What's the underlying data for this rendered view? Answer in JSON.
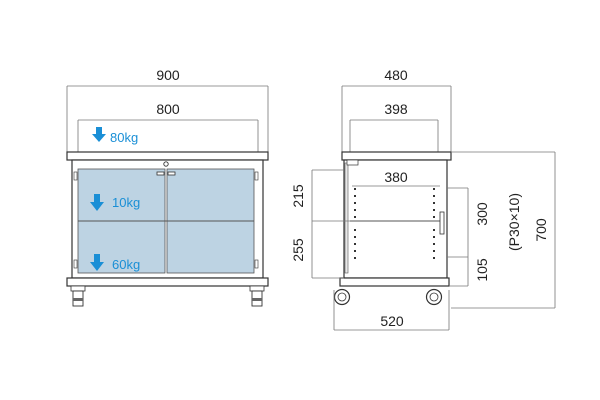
{
  "front_view": {
    "width_overall": "900",
    "width_inner": "800",
    "top_load": "80kg",
    "middle_load": "10kg",
    "bottom_load": "60kg"
  },
  "side_view": {
    "depth_overall": "480",
    "depth_top": "398",
    "inner_depth": "380",
    "depth_base": "520",
    "upper_height": "215",
    "lower_height": "255",
    "shelf_pitch_range": "300",
    "shelf_bottom_offset": "105",
    "shelf_pitch": "(P30×10)",
    "total_height": "700"
  },
  "colors": {
    "load_text": "#1a8fd6",
    "glass": "#bdd3e3",
    "arrow": "#1a8fd6"
  }
}
